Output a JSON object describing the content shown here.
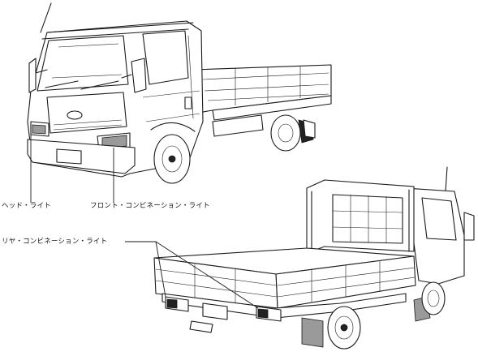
{
  "labels": {
    "headlight": "ヘッド・ライト",
    "front_combination_light": "フロント・コンビネーション・ライト",
    "rear_combination_light": "リヤ・コンビネーション・ライト"
  }
}
